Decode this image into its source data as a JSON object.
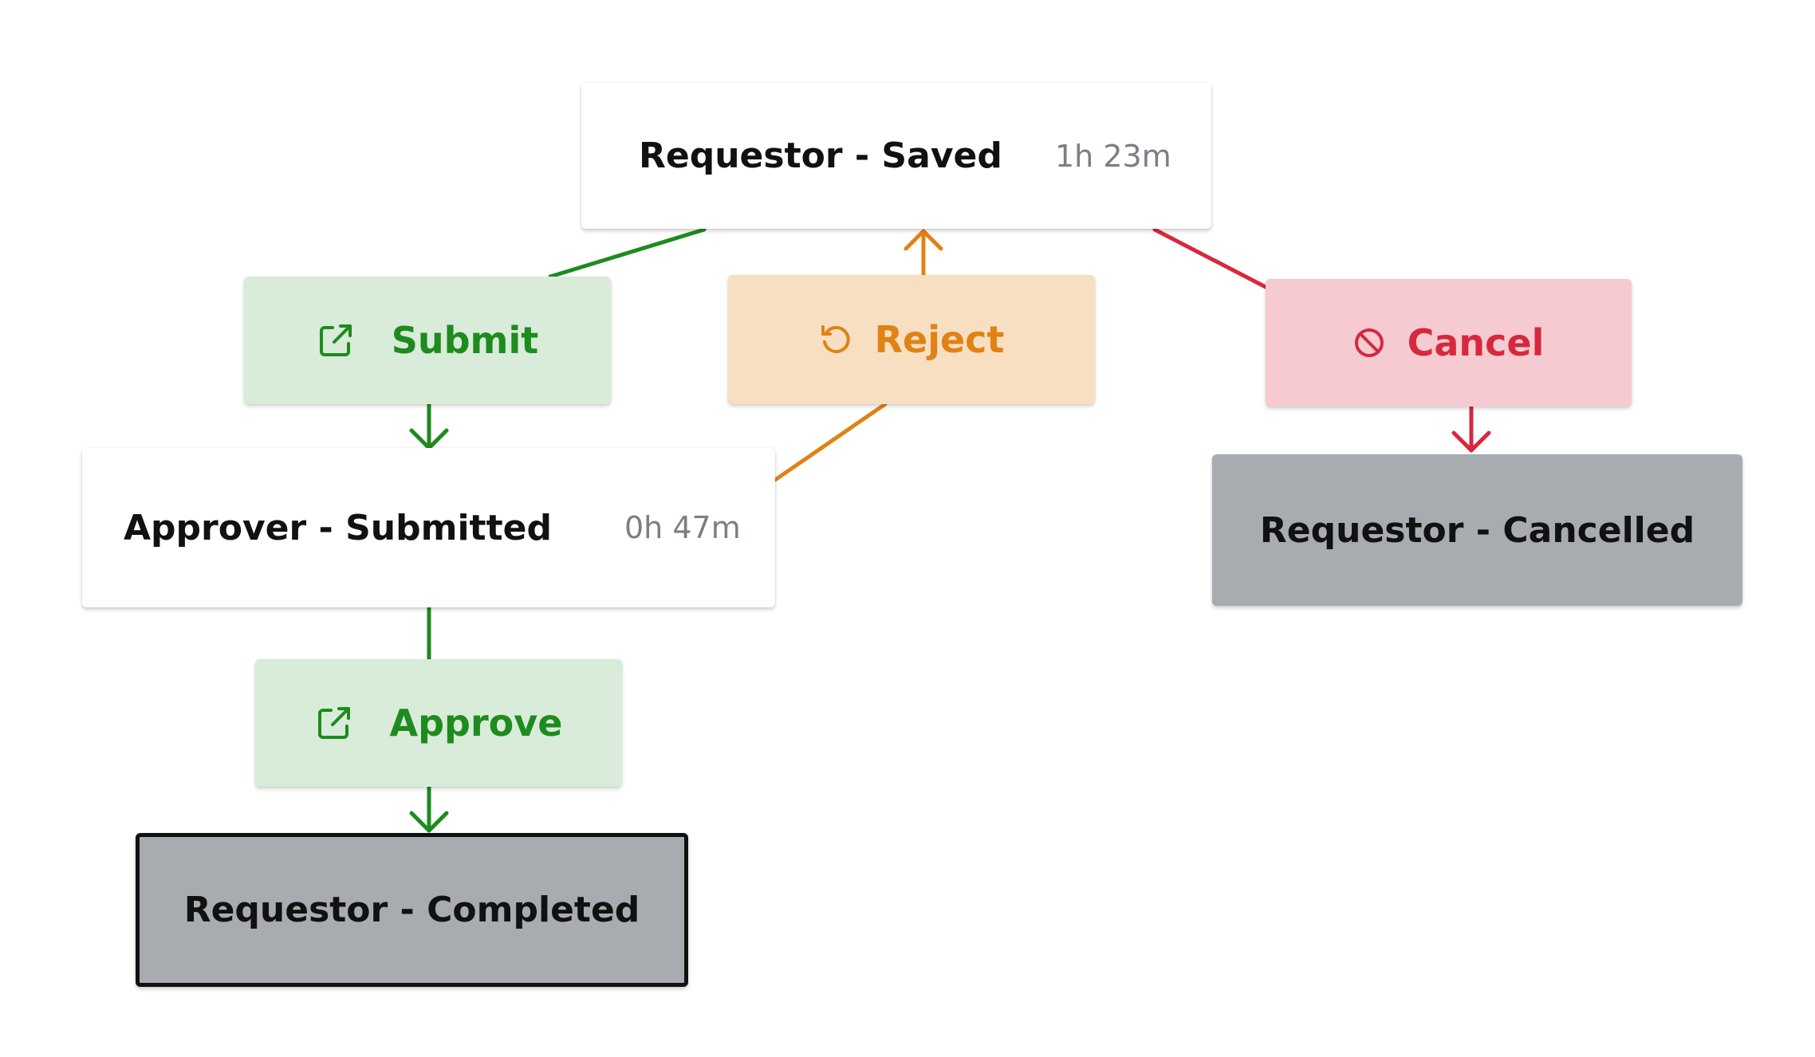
{
  "states": {
    "saved": {
      "label": "Requestor - Saved",
      "time": "1h 23m"
    },
    "submitted": {
      "label": "Approver - Submitted",
      "time": "0h 47m"
    },
    "completed": {
      "label": "Requestor - Completed"
    },
    "cancelled": {
      "label": "Requestor - Cancelled"
    }
  },
  "actions": {
    "submit": {
      "label": "Submit",
      "icon": "external-link-icon"
    },
    "reject": {
      "label": "Reject",
      "icon": "undo-icon"
    },
    "cancel": {
      "label": "Cancel",
      "icon": "ban-icon"
    },
    "approve": {
      "label": "Approve",
      "icon": "external-link-icon"
    }
  },
  "colors": {
    "approve_green": "#1e8b1e",
    "reject_orange": "#e08214",
    "cancel_red": "#d7283d",
    "final_state_gray": "#a8acb0"
  }
}
